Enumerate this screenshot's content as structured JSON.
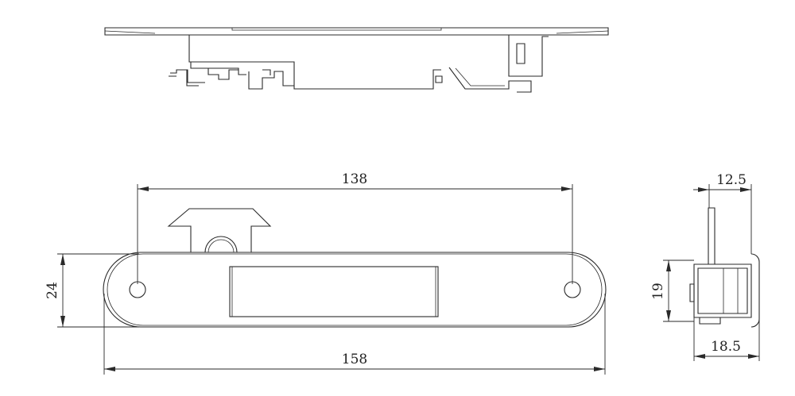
{
  "dimensions": {
    "hole_spacing": "138",
    "overall_length": "158",
    "plate_height": "24",
    "body_height": "19",
    "top_depth": "12.5",
    "bottom_depth": "18.5"
  },
  "colors": {
    "line": "#2a2a2a",
    "background": "#ffffff"
  }
}
